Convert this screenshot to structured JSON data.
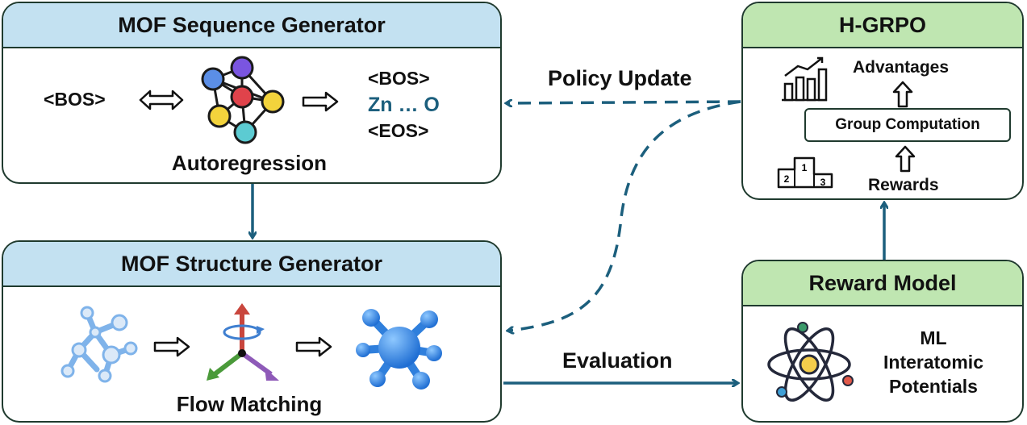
{
  "colors": {
    "arrow": "#1c5f7d",
    "blue_header": "#c3e1f1",
    "green_header": "#bfe6b1",
    "border": "#1f3a2e",
    "seq_highlight": "#1c5f7d"
  },
  "sequence_generator": {
    "title": "MOF Sequence Generator",
    "input_token": "<BOS>",
    "output_tokens": [
      "<BOS>",
      "Zn … O",
      "<EOS>"
    ],
    "caption": "Autoregression",
    "icon": "neural-network-icon"
  },
  "structure_generator": {
    "title": "MOF Structure Generator",
    "caption": "Flow Matching",
    "icons": [
      "molecule-graph-icon",
      "rotation-axes-icon",
      "mof-structure-icon"
    ]
  },
  "hgrpo": {
    "title": "H-GRPO",
    "advantages": "Advantages",
    "group_computation": "Group Computation",
    "rewards": "Rewards",
    "podium_labels": [
      "2",
      "1",
      "3"
    ],
    "icons": [
      "bar-chart-icon",
      "podium-icon"
    ]
  },
  "reward_model": {
    "title": "Reward Model",
    "label_lines": [
      "ML",
      "Interatomic",
      "Potentials"
    ],
    "icon": "atom-icon"
  },
  "edges": {
    "policy_update": "Policy Update",
    "evaluation": "Evaluation"
  }
}
